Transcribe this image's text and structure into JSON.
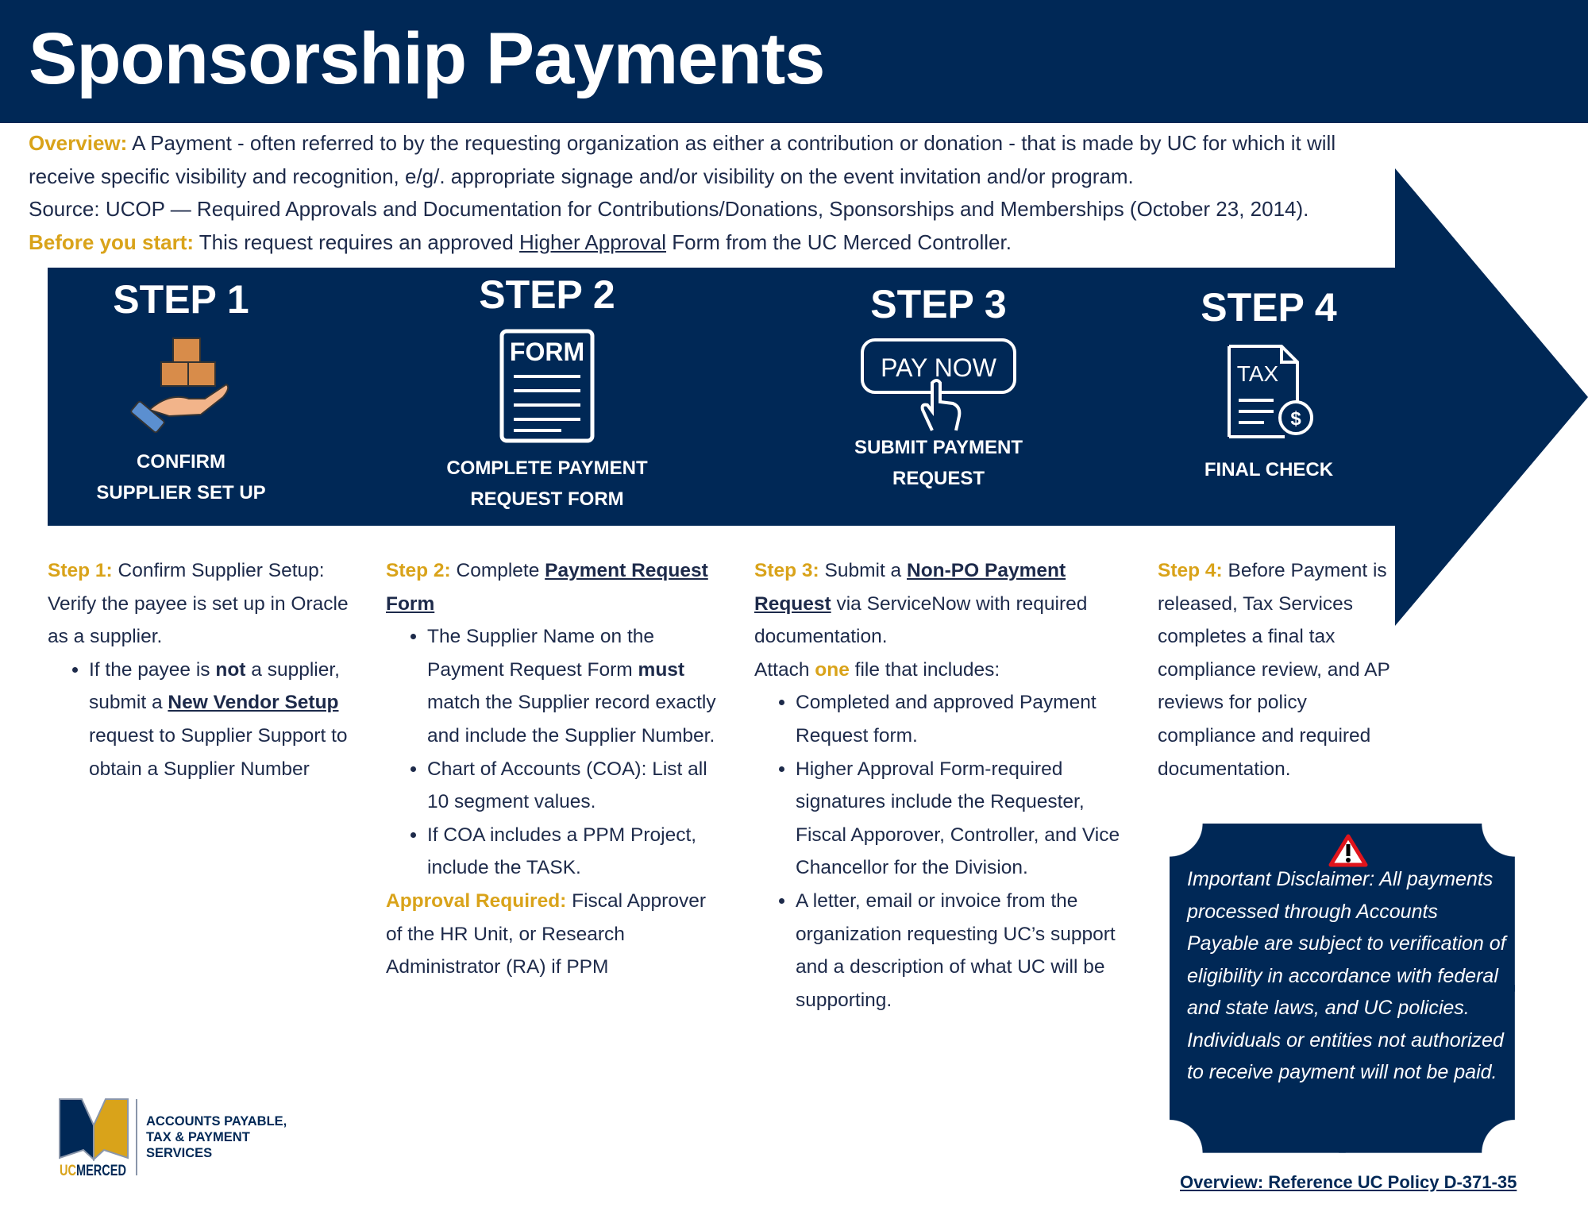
{
  "header": {
    "title": "Sponsorship Payments"
  },
  "overview": {
    "label": "Overview:",
    "text": " A Payment - often referred to by the requesting organization as either a contribution or donation - that is made by UC for which it will receive specific visibility and recognition, e/g/. appropriate signage and/or visibility on the event invitation and/or program.",
    "source": "Source: UCOP — Required Approvals and Documentation for Contributions/Donations, Sponsorships and Memberships (October 23, 2014).",
    "before_label": "Before you start:",
    "before_text1": " This request requires an approved ",
    "before_link": "Higher Approval",
    "before_text2": " Form from the UC Merced Controller."
  },
  "steps": [
    {
      "title": "STEP 1",
      "label1": "CONFIRM",
      "label2": "SUPPLIER SET UP",
      "icon": "hand-boxes-icon"
    },
    {
      "title": "STEP 2",
      "label1": "COMPLETE PAYMENT",
      "label2": "REQUEST FORM",
      "icon": "form-icon",
      "icon_text": "FORM"
    },
    {
      "title": "STEP 3",
      "label1": "SUBMIT PAYMENT",
      "label2": "REQUEST",
      "icon": "pay-now-icon",
      "icon_text": "PAY NOW"
    },
    {
      "title": "STEP 4",
      "label1": "FINAL CHECK",
      "icon": "tax-document-icon",
      "icon_text": "TAX"
    }
  ],
  "details": {
    "s1": {
      "label": "Step 1:",
      "text": " Confirm Supplier Setup: Verify the payee is set up in Oracle as a supplier.",
      "b1a": "If the payee is ",
      "b1b": "not",
      "b1c": " a supplier, submit a ",
      "b1link": "New Vendor Setup",
      "b1d": " request to Supplier Support to obtain a Supplier Number"
    },
    "s2": {
      "label": "Step 2:",
      "text": " Complete ",
      "link": "Payment Request Form",
      "b1a": "The Supplier Name on the Payment Request Form ",
      "b1b": "must",
      "b1c": " match the Supplier record exactly and include the Supplier Number.",
      "b2": "Chart of Accounts (COA): List all 10 segment values.",
      "b3": "If COA includes a PPM Project, include the TASK.",
      "approval_label": "Approval Required:",
      "approval_text": " Fiscal Approver of the HR Unit, or Research Administrator (RA) if PPM"
    },
    "s3": {
      "label": "Step 3:",
      "text1": " Submit a ",
      "link": "Non-PO Payment Request",
      "text2": " via ServiceNow with required documentation.",
      "attach1": "Attach ",
      "attach_one": "one",
      "attach2": " file that includes:",
      "b1": "Completed and approved Payment Request form.",
      "b2": "Higher Approval Form-required signatures include the Requester, Fiscal Apporover, Controller, and Vice Chancellor for the Division.",
      "b3": "A letter, email or invoice from the organization requesting UC’s support and a description of what UC will be supporting."
    },
    "s4": {
      "label": "Step 4:",
      "text": " Before Payment is released, Tax Services completes a final tax compliance review, and AP reviews for policy compliance and required documentation."
    }
  },
  "disclaimer": {
    "text": "Important Disclaimer: All payments processed through Accounts Payable are subject to verification of eligibility in accordance with federal and state laws, and UC policies. Individuals or entities not authorized to receive payment will not be paid."
  },
  "reference_link": "Overview: Reference UC Policy D-371-35",
  "logo": {
    "brand": "UCMERCED",
    "line1": "ACCOUNTS PAYABLE,",
    "line2": "TAX & PAYMENT",
    "line3": "SERVICES"
  },
  "colors": {
    "navy": "#002856",
    "gold": "#d9a31a"
  }
}
